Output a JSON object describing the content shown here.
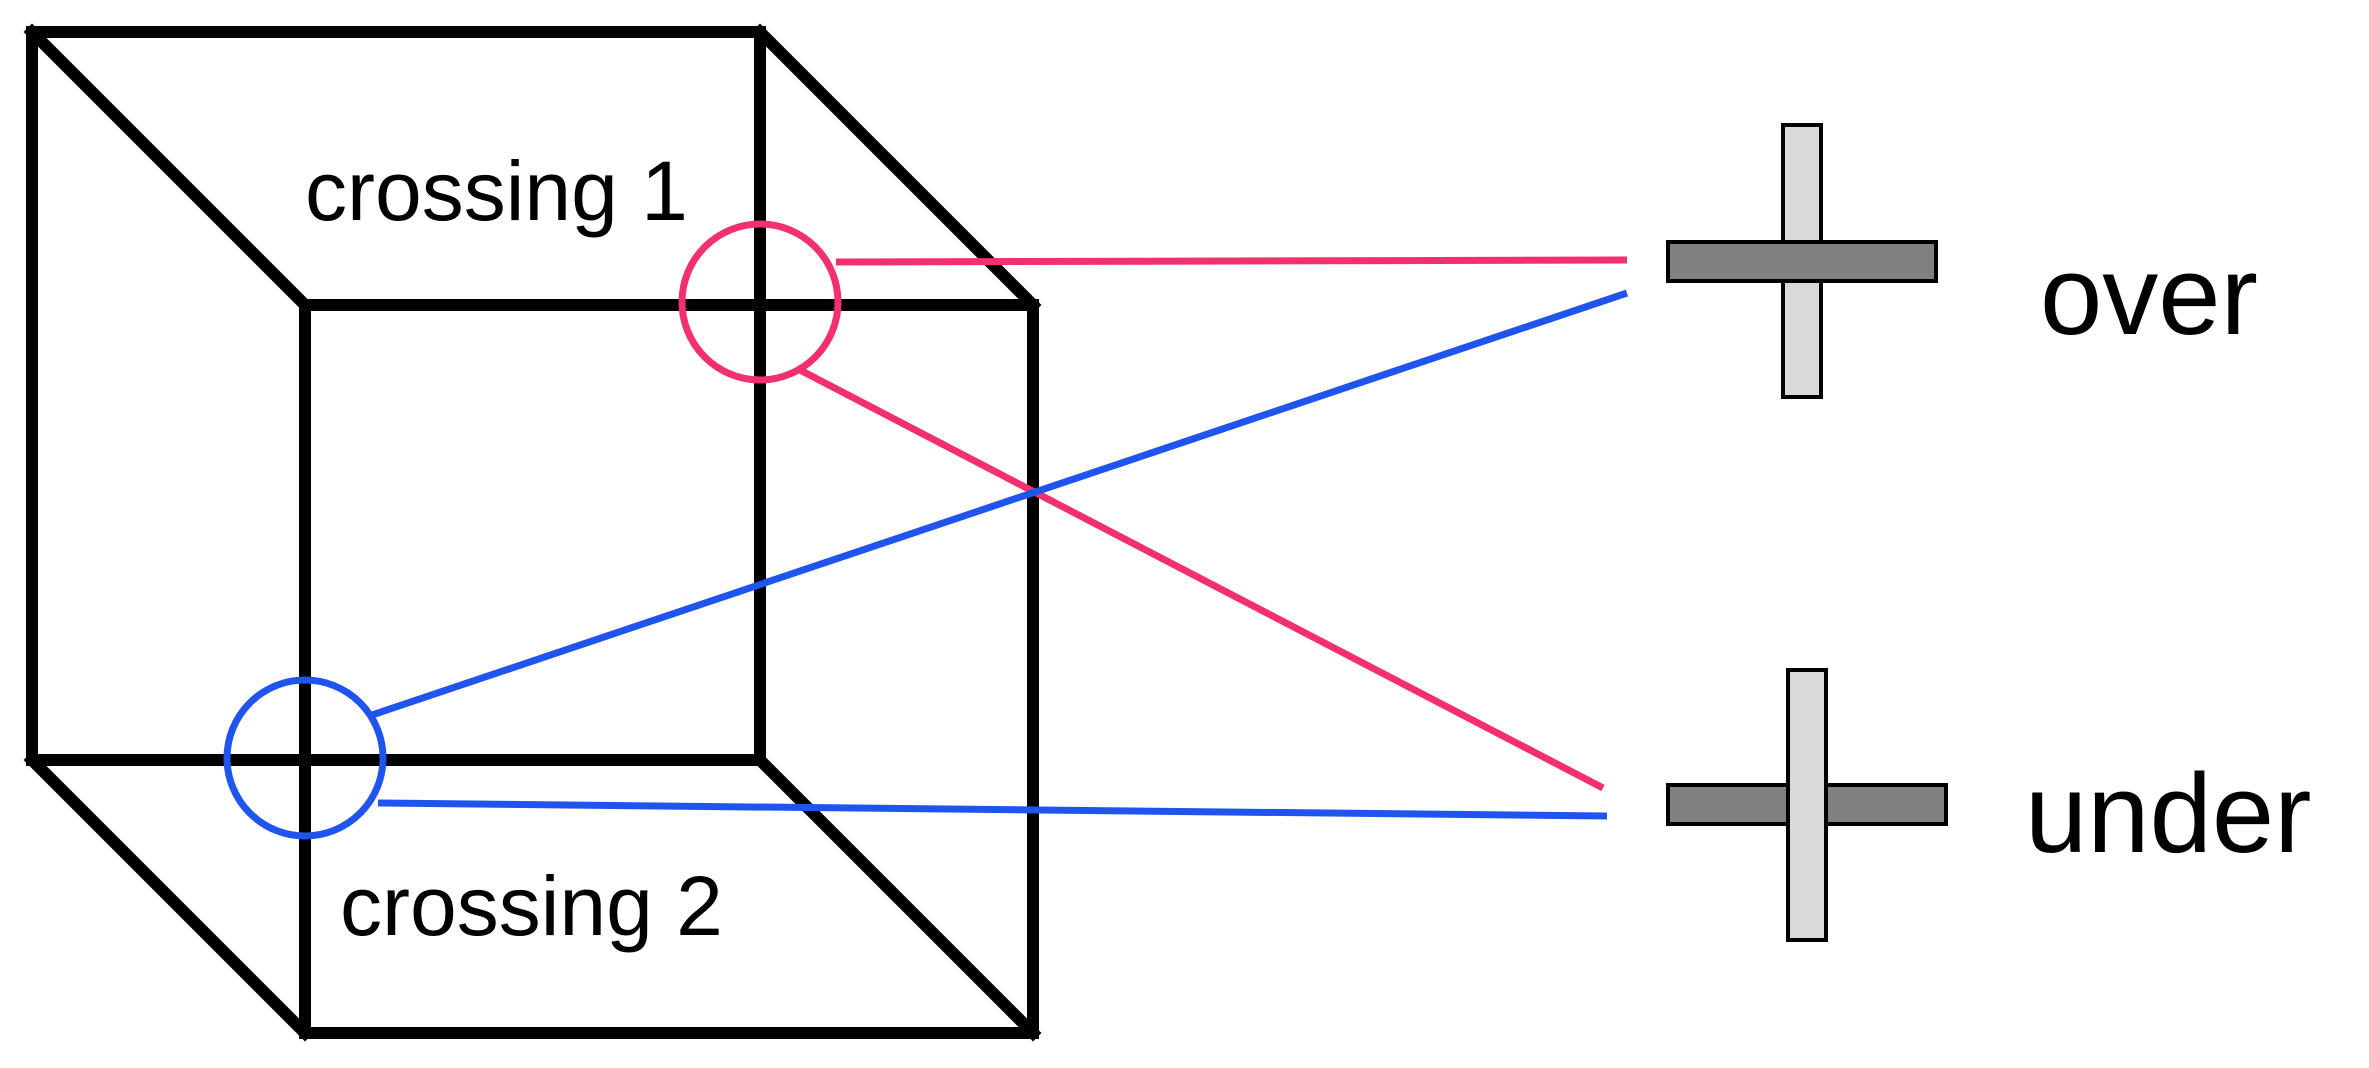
{
  "labels": {
    "crossing1": "crossing 1",
    "crossing2": "crossing 2",
    "over": "over",
    "under": "under"
  },
  "colors": {
    "cube": "#000000",
    "crossing1_highlight": "#f2306e",
    "crossing2_highlight": "#1f55ee",
    "bar_horizontal": "#808080",
    "bar_vertical": "#d9d9d9",
    "background": "#ffffff"
  }
}
